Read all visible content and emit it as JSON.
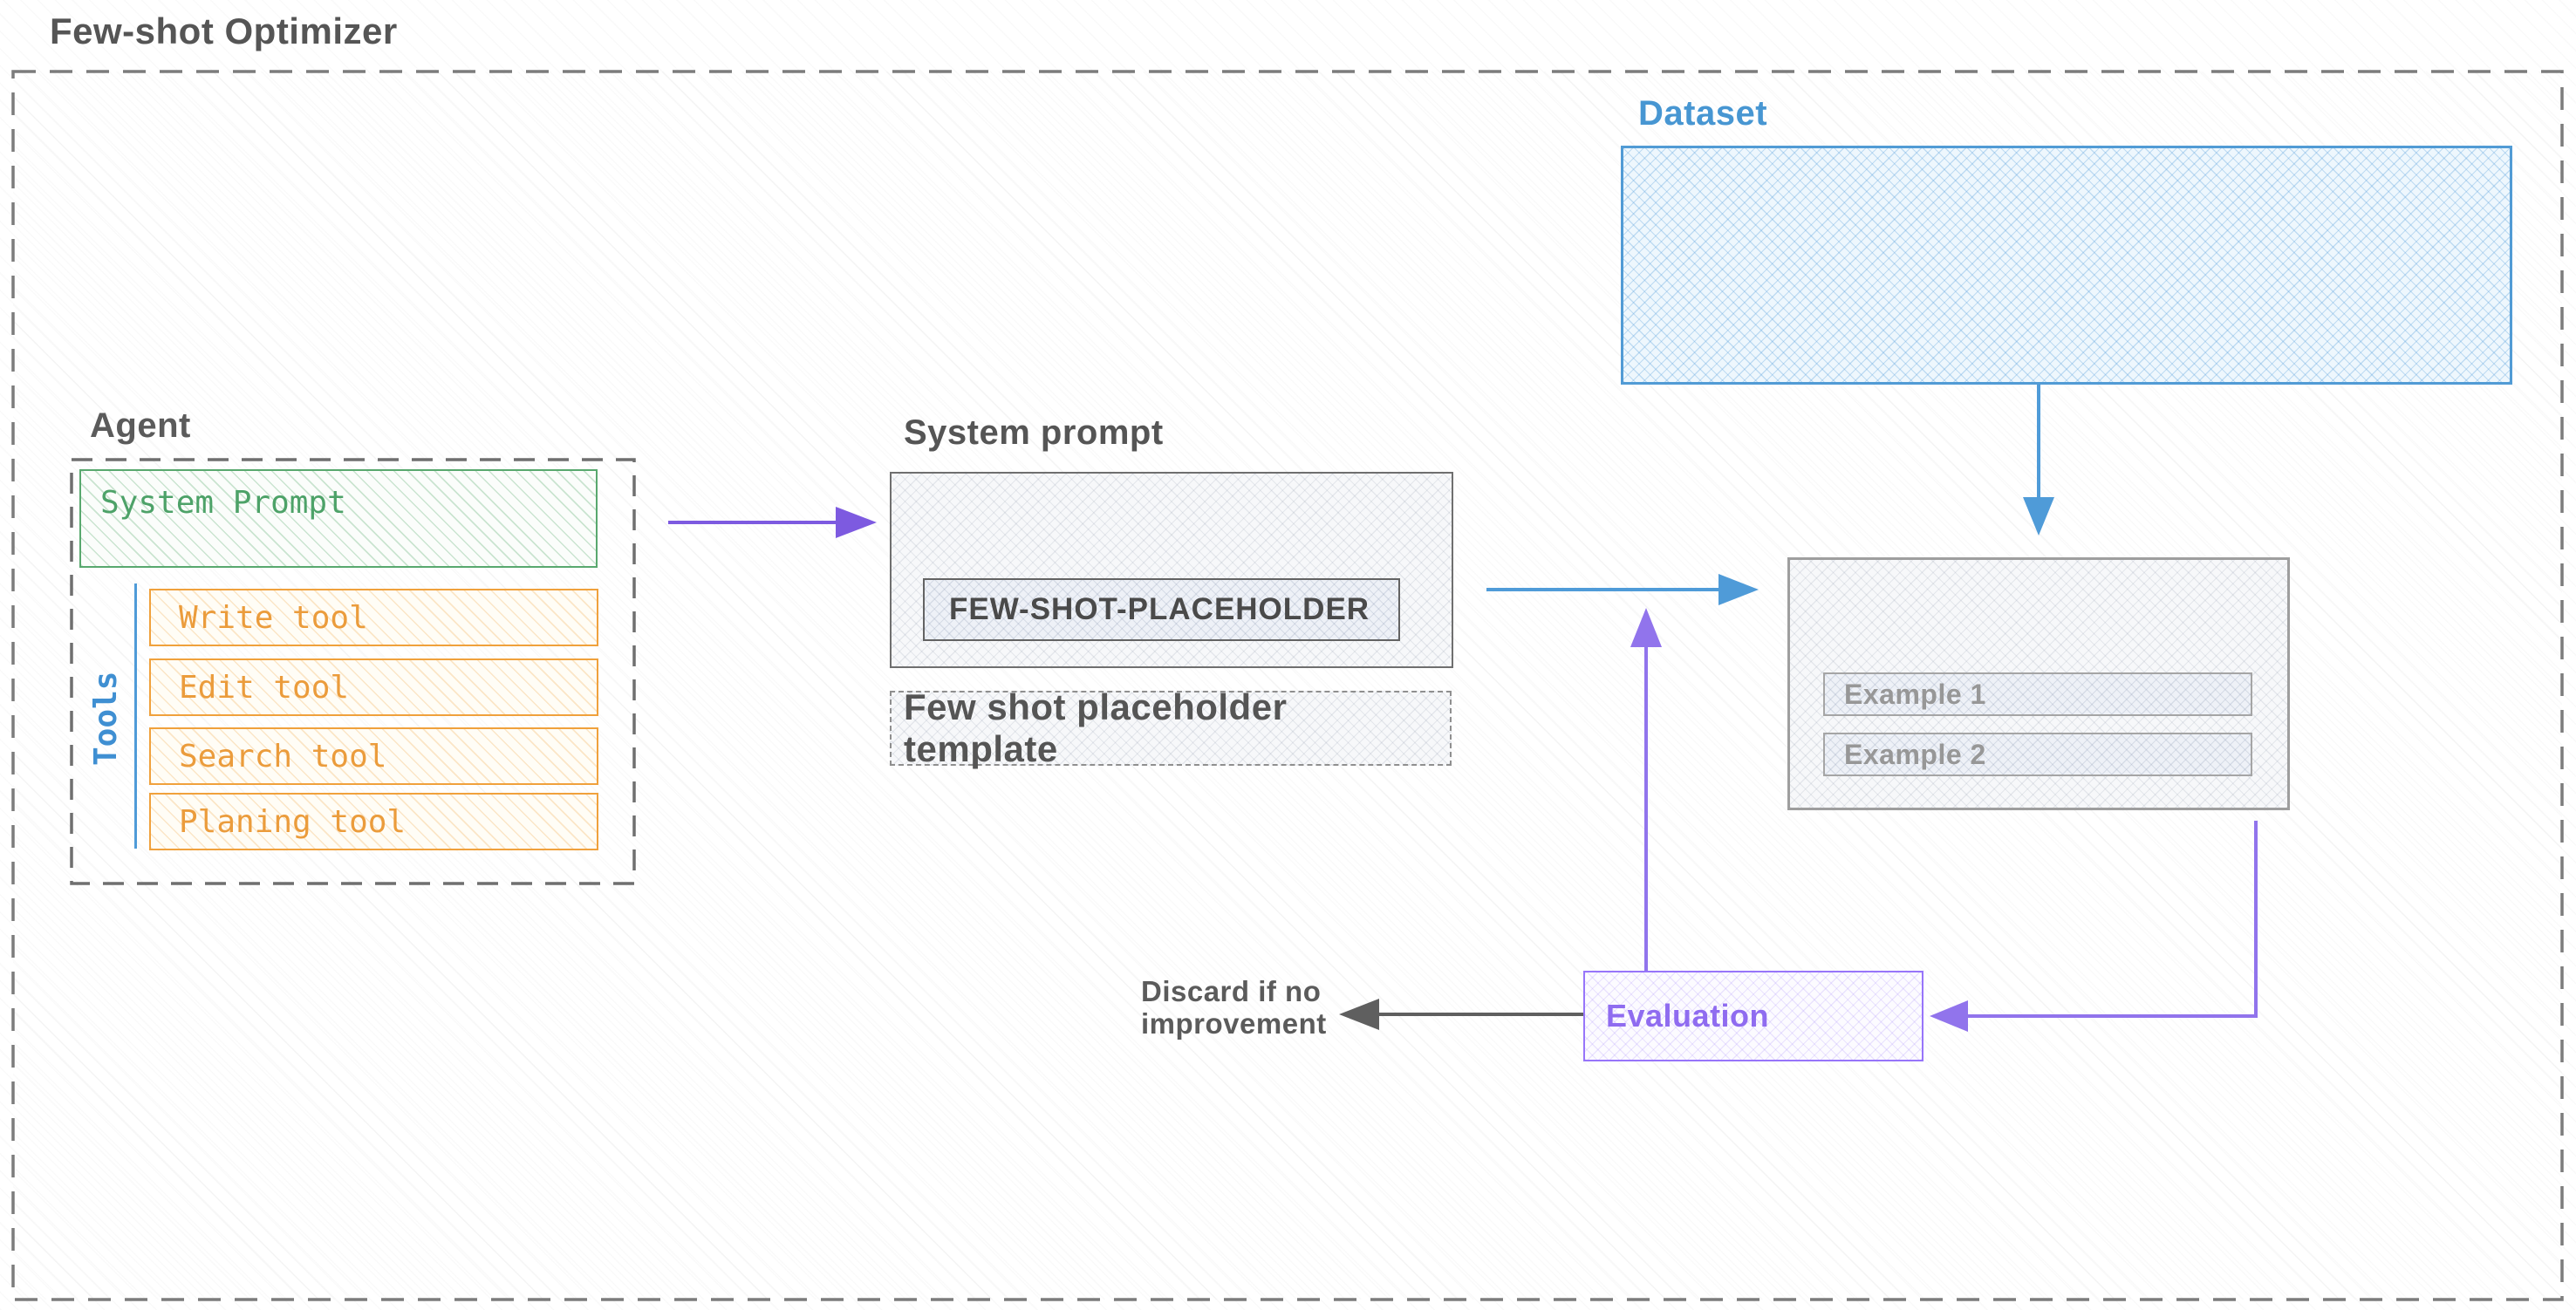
{
  "title": "Few-shot Optimizer",
  "colors": {
    "gray_text": "#5b5b5b",
    "gray_border": "#757575",
    "blue": "#4f9bd8",
    "green": "#58a86e",
    "orange": "#f0a13c",
    "purple_arrow": "#7d5ae0",
    "purple_light": "#9775fa"
  },
  "dataset": {
    "label": "Dataset"
  },
  "agent": {
    "label": "Agent",
    "system_prompt": "System Prompt",
    "tools_label": "Tools",
    "tools": [
      {
        "label": "Write tool"
      },
      {
        "label": "Edit tool"
      },
      {
        "label": "Search tool"
      },
      {
        "label": "Planing tool"
      }
    ]
  },
  "system_prompt": {
    "label": "System prompt",
    "placeholder": "FEW-SHOT-PLACEHOLDER",
    "caption": "Few shot placeholder template"
  },
  "examples": {
    "items": [
      {
        "label": "Example 1"
      },
      {
        "label": "Example 2"
      }
    ]
  },
  "evaluation": {
    "label": "Evaluation"
  },
  "notes": {
    "discard_line1": "Discard if no",
    "discard_line2": "improvement"
  }
}
